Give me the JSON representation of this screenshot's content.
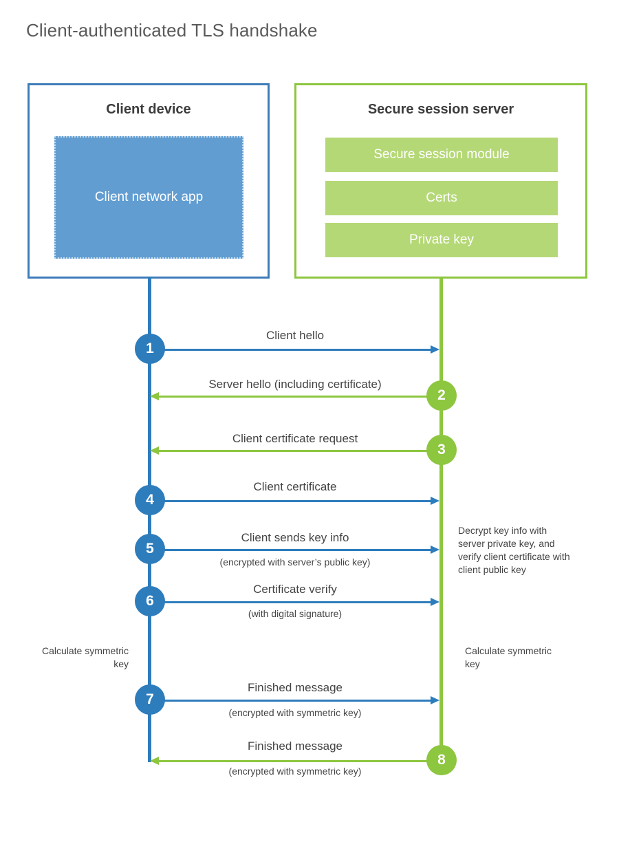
{
  "title": "Client-authenticated TLS handshake",
  "colors": {
    "client_accent": "#2d7cbc",
    "server_accent": "#8dc63f",
    "client_app_fill": "#629dd1",
    "server_bar_fill": "#b5d877",
    "title_text": "#5a5a5a",
    "body_text": "#444444"
  },
  "client": {
    "title": "Client device",
    "app_label": "Client network app"
  },
  "server": {
    "title": "Secure session server",
    "bars": [
      {
        "label": "Secure session module"
      },
      {
        "label": "Certs"
      },
      {
        "label": "Private key"
      }
    ]
  },
  "notes": {
    "server_decrypt": "Decrypt key info with server private key, and verify client certificate with client public key",
    "client_calc": "Calculate symmetric key",
    "server_calc": "Calculate symmetric key"
  },
  "steps": [
    {
      "number": "1",
      "label": "Client hello",
      "sublabel": "",
      "direction": "client-to-server",
      "origin": "client"
    },
    {
      "number": "2",
      "label": "Server hello (including certificate)",
      "sublabel": "",
      "direction": "server-to-client",
      "origin": "server"
    },
    {
      "number": "3",
      "label": "Client certificate request",
      "sublabel": "",
      "direction": "server-to-client",
      "origin": "server"
    },
    {
      "number": "4",
      "label": "Client certificate",
      "sublabel": "",
      "direction": "client-to-server",
      "origin": "client"
    },
    {
      "number": "5",
      "label": "Client sends key info",
      "sublabel": "(encrypted with server’s public key)",
      "direction": "client-to-server",
      "origin": "client"
    },
    {
      "number": "6",
      "label": "Certificate verify",
      "sublabel": "(with digital signature)",
      "direction": "client-to-server",
      "origin": "client"
    },
    {
      "number": "7",
      "label": "Finished message",
      "sublabel": "(encrypted with symmetric key)",
      "direction": "client-to-server",
      "origin": "client"
    },
    {
      "number": "8",
      "label": "Finished message",
      "sublabel": "(encrypted with symmetric key)",
      "direction": "server-to-client",
      "origin": "server"
    }
  ]
}
